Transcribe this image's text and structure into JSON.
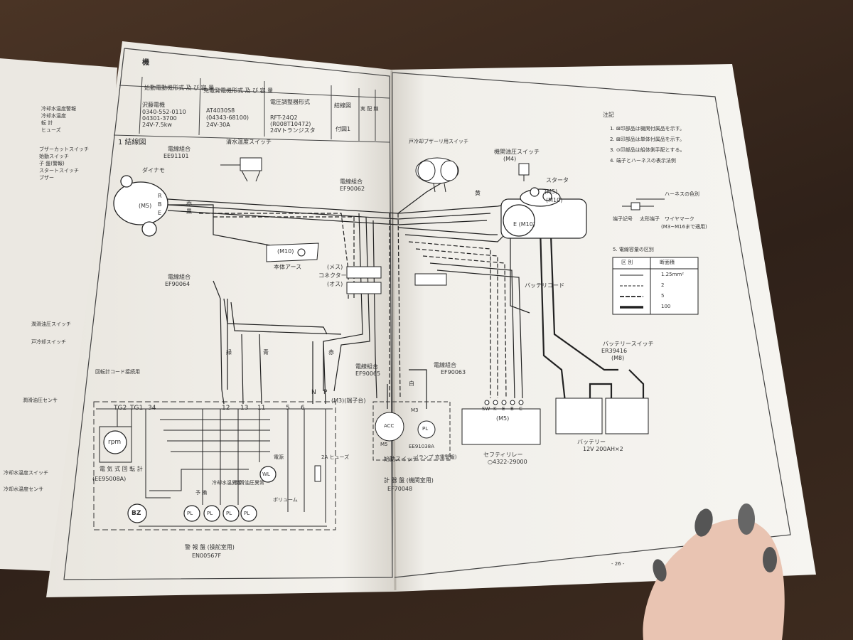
{
  "table": {
    "title": "機",
    "col1_header": "始動電動機形式 及 び 容 量",
    "col1_values": [
      "沢藤電機",
      "0340-552-0110",
      "04301-3700",
      "24V-7.5kw"
    ],
    "col2_header": "充電発電機形式 及 び 容 量",
    "col2_values": [
      "AT4030S8",
      "(04343-68100)",
      "24V-30A"
    ],
    "col3_header": "電圧調整器形式",
    "col3_values": [
      "RFT-24Q2",
      "(R008T10472)",
      "24Vトランジスタ"
    ],
    "col4_header": "結線図",
    "col4_value": "付図1",
    "col5_header": "実 配 線"
  },
  "left_page": {
    "list_items": [
      "冷却水温度警報",
      "冷却水温度",
      "転 計",
      "ヒューズ",
      "ブザーカットスイッチ",
      "始動スイッチ",
      "子 盤(警報)",
      "スタートスイッチ",
      "ブザー"
    ],
    "side_labels": [
      "潤滑油圧スイッチ",
      "戸冷却スイッチ",
      "潤滑油圧センサ",
      "冷却水温度スイッチ",
      "冷却水温度センサ"
    ]
  },
  "diagram": {
    "section_title": "1 結線図",
    "dynamo": "ダイナモ",
    "dynamo_terminals": [
      "R",
      "B",
      "E"
    ],
    "dynamo_m": "(M5)",
    "wire_ref_top": "電線組合",
    "wire_ref_top_code": "EE91101",
    "water_temp_switch": "清水温度スイッチ",
    "wire_ref_mid": "電線組合",
    "wire_ref_mid_code": "EF90062",
    "body_earth": "本体アース",
    "m10": "(M10)",
    "connector": "コネクター",
    "connector_female": "(メス)",
    "connector_male": "(オス)",
    "wire_ref_left": "電線組合",
    "wire_ref_left_code": "EF90064",
    "tach_note": "回転計コード接続用",
    "tach_name": "電 気 式 回 転 計",
    "tach_code": "(EE95008A)",
    "tg_labels": [
      "TG2",
      "TG1",
      "34"
    ],
    "panel_terminals": [
      "12",
      "13",
      "11",
      "5",
      "6",
      "N",
      "P"
    ],
    "terminal_block": "(M3)(端子台)",
    "rpm": "rpm",
    "bz": "BZ",
    "pl": "PL",
    "wl": "WL",
    "lamp_labels": [
      "予 備",
      "冷却水温異常",
      "潤滑油圧異常",
      "電源"
    ],
    "fuse": "2A ヒューズ",
    "volume": "ボリューム",
    "alarm_panel": "警 報 盤 (操舵室用)",
    "alarm_panel_code": "EN00567F",
    "wire_green": "緑",
    "wire_blue": "青",
    "wire_red": "赤",
    "wire_white": "白",
    "wire_black": "黒",
    "wire_yellow": "黄",
    "wire_ref_65": "電線組合",
    "wire_ref_65_code": "EF90065",
    "wire_ref_63": "電線組合",
    "wire_ref_63_code": "EF90063",
    "start_switch": "始動スイッチ",
    "lamp_charge": "(ランプ 充電警報)",
    "instrument": "計 器 盤 (機関室用)",
    "instrument_code": "EF70048",
    "ee_code": "EE91038A",
    "acc": "ACC",
    "m5": "M5",
    "m3": "M3",
    "starter_buzz": "戸冷却ブザーリ用スイッチ",
    "oil_switch": "機関油圧スイッチ",
    "m4": "(M4)",
    "starter": "スタータ",
    "starter_m5": "(M5)",
    "starter_m10": "(M10)",
    "starter_e": "E (M10)",
    "battery_cord": "バッテリコード",
    "battery_switch": "バッテリースイッチ",
    "battery_switch_code": "ER39416",
    "battery_switch_m": "(M8)",
    "battery": "バッテリー",
    "battery_spec": "12V 200AH×2",
    "safety_relay": "セフティリレー",
    "safety_relay_code": "○4322-29000",
    "relay_terminals": [
      "SW",
      "K",
      "E",
      "B",
      "C"
    ],
    "relay_m5": "(M5)"
  },
  "notes": {
    "title": "注記",
    "items": [
      "1. ⊠印部品は機関付属品を示す。",
      "2. ⊠印部品は単体付属品を示す。",
      "3. ⊙印部品は船体側手配とする。",
      "4. 端子とハーネスの表示法例"
    ],
    "harness_color": "ハーネスの色別",
    "terminal_label": "端子記号",
    "terminal_dia": "太形端子",
    "wire_mark": "ワイヤマーク",
    "wire_mark_range": "(M3~M16まで適用)",
    "legend_title": "5. 電線容量の区別",
    "legend_head": [
      "区 別",
      "断面積"
    ],
    "legend_rows": [
      "1.25mm²",
      "2",
      "5",
      "100"
    ],
    "page_number": "- 26 -"
  }
}
